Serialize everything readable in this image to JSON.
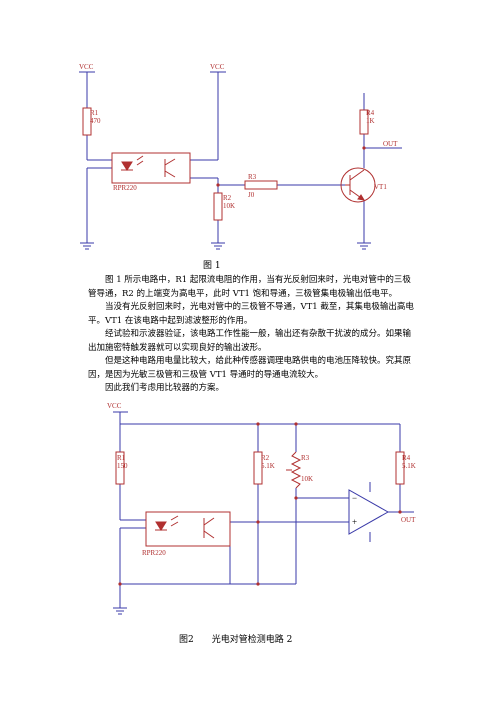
{
  "figure1": {
    "caption": "图 1",
    "labels": {
      "vcc_left": "VCC",
      "vcc_mid": "VCC",
      "r1_name": "R1",
      "r1_value": "470",
      "r4_name": "R4",
      "r4_value": "1K",
      "out": "OUT",
      "r3_name": "R3",
      "r3_value": "J0",
      "r2_name": "R2",
      "r2_value": "10K",
      "sensor": "RPR220",
      "transistor": "VT1"
    }
  },
  "paragraphs": [
    "图 1 所示电路中，R1 起限流电阻的作用，当有光反射回来时，光电对管中的三极管导通，R2 的上端变为高电平，此时 VT1 饱和导通，三极管集电极输出低电平。",
    "当没有光反射回来时，光电对管中的三极管不导通，VT1 截至，其集电极输出高电平。VT1 在该电路中起到滤波整形的作用。",
    "经试验和示波器验证，该电路工作性能一般，输出还有杂散干扰波的成分。如果输出加施密特触发器就可以实现良好的输出波形。",
    "但是这种电路用电量比较大，给此种传感器调理电路供电的电池压降较快。究其原因，是因为光敏三极管和三极管 VT1 导通时的导通电流较大。",
    "因此我们考虑用比较器的方案。"
  ],
  "figure2": {
    "caption": "图2　　光电对管检测电路 2",
    "labels": {
      "vcc": "VCC",
      "r1_name": "R1",
      "r1_value": "150",
      "r2_name": "R2",
      "r2_value": "5.1K",
      "r3_name": "R3",
      "r3_value": "10K",
      "r4_name": "R4",
      "r4_value": "5.1K",
      "out": "OUT",
      "minus": "−",
      "plus": "+",
      "sensor": "RPR220"
    }
  },
  "colors": {
    "wire": "#3a3aa8",
    "component": "#b03030",
    "text": "#000000"
  }
}
